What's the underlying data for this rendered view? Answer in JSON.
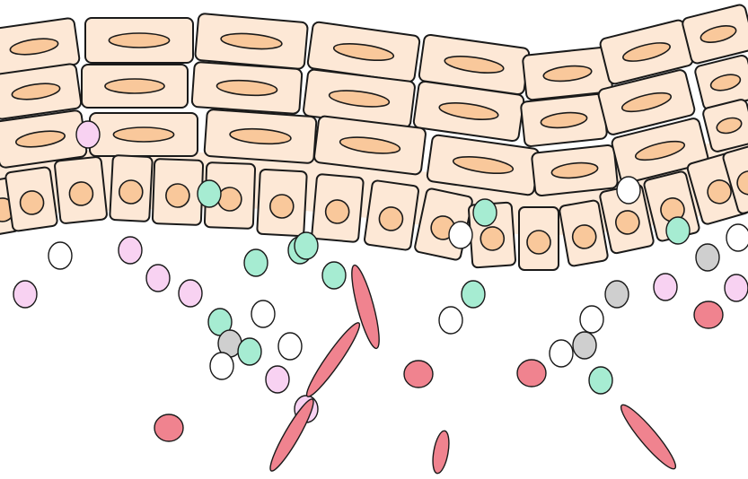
{
  "diagram": {
    "colors": {
      "background": "#ffffff",
      "cell_fill": "#fde8d6",
      "cell_stroke": "#1a1a1a",
      "nucleus_fill": "#f9c89b",
      "connective_band": "#fbdcbf",
      "lymphocyte_green": "#a6ecd2",
      "lymphocyte_pink": "#f8d2f2",
      "lymphocyte_grey": "#cfcfcf",
      "lymphocyte_white": "#ffffff",
      "red_cell": "#f0838f"
    },
    "layers": [
      {
        "name": "superficial-squamous-layer",
        "cell_type": "flattened-cell"
      },
      {
        "name": "intermediate-layer-1",
        "cell_type": "flattened-cell"
      },
      {
        "name": "intermediate-layer-2",
        "cell_type": "flattened-cell"
      },
      {
        "name": "basal-layer",
        "cell_type": "columnar-cell"
      }
    ],
    "free_cell_types": [
      "green-lymphocyte",
      "pink-lymphocyte",
      "grey-lymphocyte",
      "white-lymphocyte",
      "red-blood-cell",
      "fibroblast"
    ]
  }
}
